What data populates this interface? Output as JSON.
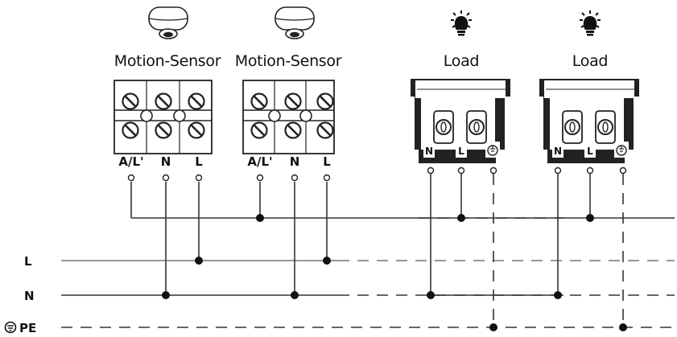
{
  "sensors": [
    {
      "title": "Motion-Sensor",
      "terminals": [
        "A/L'",
        "N",
        "L"
      ]
    },
    {
      "title": "Motion-Sensor",
      "terminals": [
        "A/L'",
        "N",
        "L"
      ]
    }
  ],
  "loads": [
    {
      "title": "Load",
      "terminals": [
        "N",
        "L"
      ]
    },
    {
      "title": "Load",
      "terminals": [
        "N",
        "L"
      ]
    }
  ],
  "buses": {
    "l": "L",
    "n": "N",
    "pe": "PE"
  },
  "icons": {
    "sensor": "motion-sensor-icon",
    "load": "light-bulb-icon",
    "ground": "ground-icon"
  },
  "colors": {
    "line": "#333333",
    "light_line": "#777777",
    "housing": "#222222"
  }
}
